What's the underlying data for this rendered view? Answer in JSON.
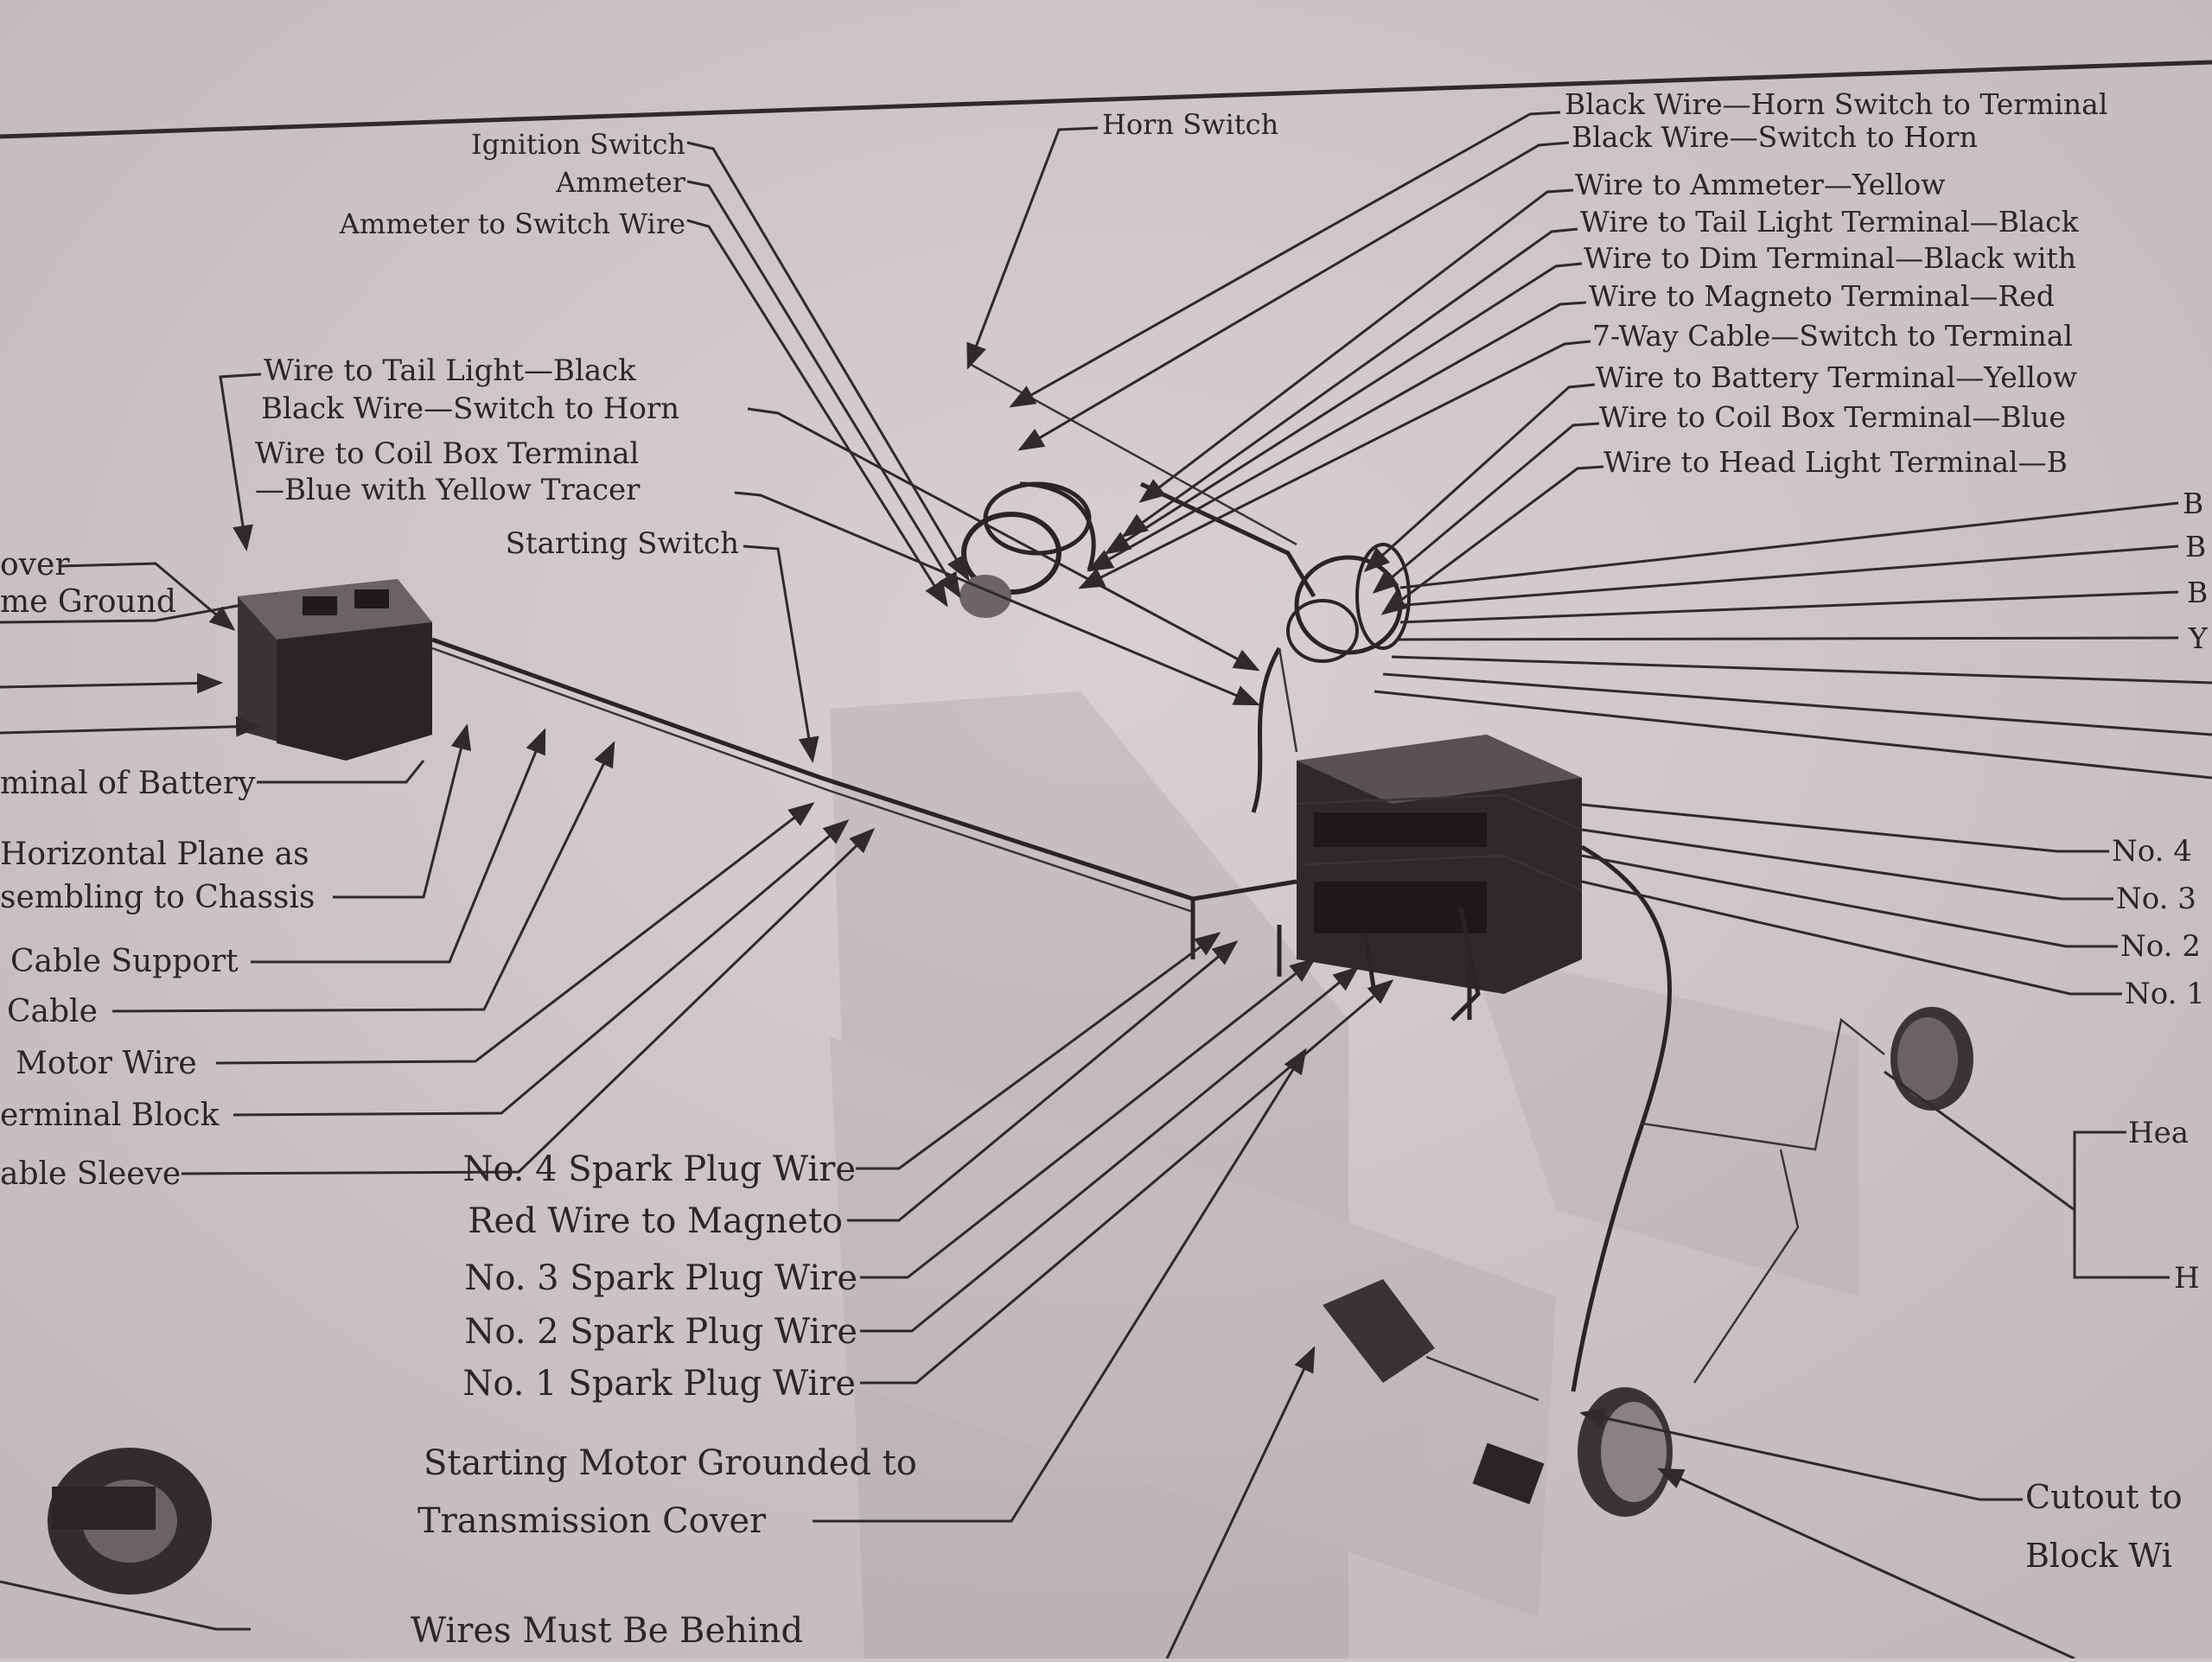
{
  "labels": {
    "top_left": [
      "Ignition Switch",
      "Ammeter",
      "Ammeter to Switch Wire"
    ],
    "horn_switch": "Horn Switch",
    "right_top": [
      "Black Wire—Horn Switch to Terminal",
      "Black Wire—Switch to Horn",
      "Wire to Ammeter—Yellow",
      "Wire to Tail Light Terminal—Black",
      "Wire to Dim Terminal—Black with",
      "Wire to Magneto Terminal—Red",
      "7-Way Cable—Switch to Terminal",
      "Wire to Battery Terminal—Yellow",
      "Wire to Coil Box Terminal—Blue",
      "Wire to Head Light Terminal—B"
    ],
    "right_edge_letters": [
      "B",
      "B",
      "B",
      "Y"
    ],
    "right_numbers": [
      "No. 4",
      "No. 3",
      "No. 2",
      "No. 1"
    ],
    "right_head": [
      "Hea",
      "H"
    ],
    "right_bottom": [
      "Cutout to",
      "Block Wi"
    ],
    "mid_left": [
      "Wire to Tail Light—Black",
      "Black Wire—Switch to Horn",
      "Wire to Coil Box Terminal",
      "—Blue with Yellow Tracer",
      "Starting Switch"
    ],
    "left_edge": [
      "over",
      "me Ground",
      "minal of Battery",
      "Horizontal  Plane  as",
      "sembling to Chassis",
      "Cable Support",
      "Cable",
      "Motor Wire",
      "erminal Block",
      "able Sleeve"
    ],
    "bottom_center": [
      "No. 4 Spark Plug Wire",
      "Red Wire to Magneto",
      "No. 3 Spark Plug Wire",
      "No. 2 Spark Plug Wire",
      "No. 1 Spark Plug Wire",
      "Starting Motor Grounded to",
      "Transmission Cover",
      "Wires Must Be Behind"
    ]
  },
  "colors": {
    "paper": "#cfc6ca",
    "ink": "#2b2628"
  }
}
